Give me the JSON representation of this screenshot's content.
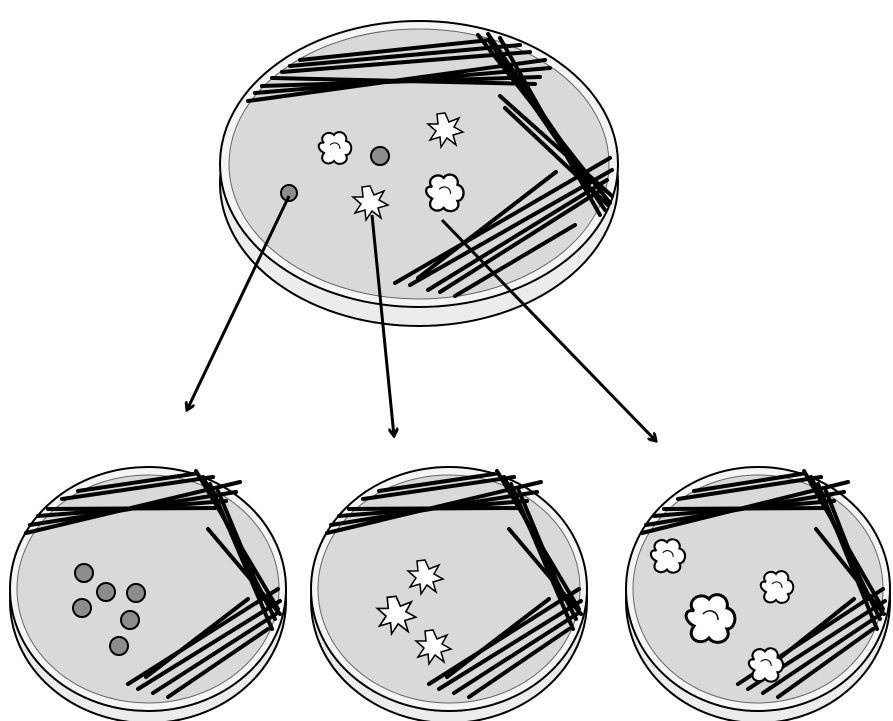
{
  "figure": {
    "description_free": true,
    "colors": {
      "background": "#ffffff",
      "agar": "#d9d9d9",
      "dish_rim": "#f2f2f2",
      "outline": "#000000",
      "streak": "#000000",
      "colony_round": "#8c8c8c",
      "colony_white": "#ffffff",
      "arrow": "#000000"
    },
    "source_plate": {
      "colony_types": [
        "round-gray",
        "irregular-white",
        "starburst-white"
      ]
    },
    "subcultures": [
      {
        "colony_type": "round-gray",
        "colony_count": 6
      },
      {
        "colony_type": "starburst-white",
        "colony_count": 3
      },
      {
        "colony_type": "irregular-white",
        "colony_count": 4
      }
    ]
  }
}
